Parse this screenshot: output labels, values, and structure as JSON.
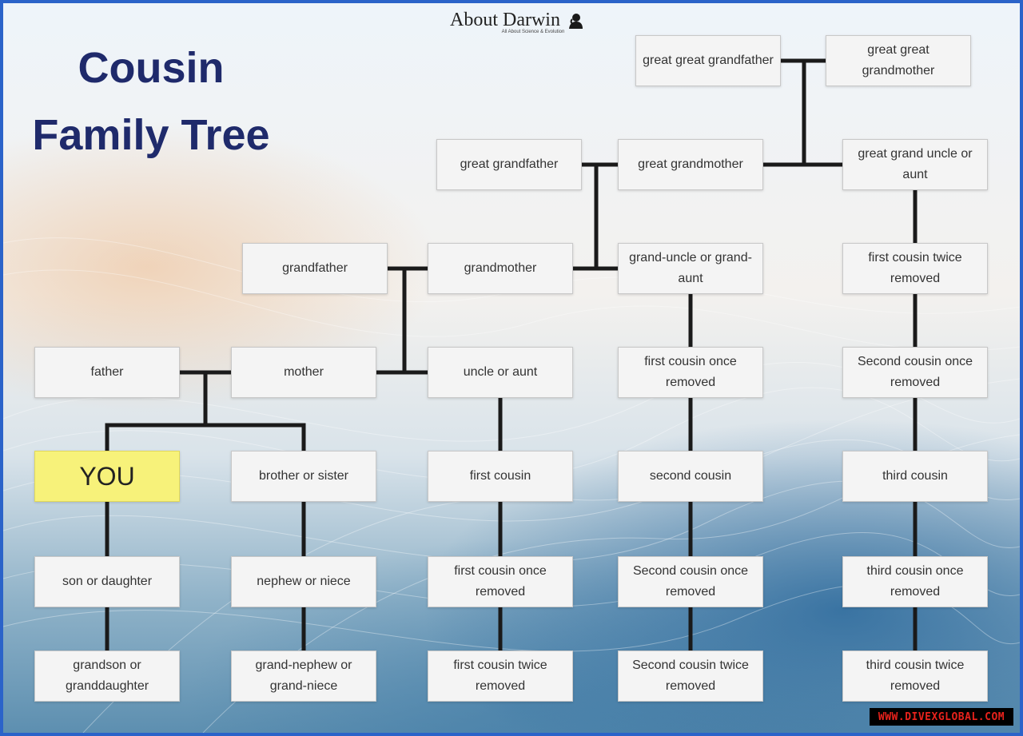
{
  "title": {
    "line1": "Cousin",
    "line2": "Family Tree"
  },
  "brand": {
    "name": "About Darwin",
    "subtitle": "All About Science & Evolution"
  },
  "watermark": "WWW.DIVEXGLOBAL.COM",
  "nodes": {
    "great_great_grandfather": "great great grandfather",
    "great_great_grandmother": "great great grandmother",
    "great_grandfather": "great grandfather",
    "great_grandmother": "great grandmother",
    "great_grand_uncle": "great grand uncle or aunt",
    "grandfather": "grandfather",
    "grandmother": "grandmother",
    "grand_uncle": "grand-uncle or grand-aunt",
    "first_cousin_twice_removed_top": "first cousin twice removed",
    "father": "father",
    "mother": "mother",
    "uncle": "uncle or aunt",
    "first_cousin_once_removed_top": "first cousin once removed",
    "second_cousin_once_removed_top": "Second cousin once removed",
    "you": "YOU",
    "sibling": "brother or sister",
    "first_cousin": "first cousin",
    "second_cousin": "second cousin",
    "third_cousin": "third cousin",
    "child": "son or daughter",
    "nephew": "nephew or niece",
    "first_cousin_once_removed_bottom": "first cousin once removed",
    "second_cousin_once_removed_bottom": "Second cousin once removed",
    "third_cousin_once_removed": "third cousin once removed",
    "grandchild": "grandson or granddaughter",
    "grand_nephew": "grand-nephew or grand-niece",
    "first_cousin_twice_removed_bottom": "first cousin twice removed",
    "second_cousin_twice_removed": "Second cousin twice removed",
    "third_cousin_twice_removed": "third cousin twice removed"
  }
}
